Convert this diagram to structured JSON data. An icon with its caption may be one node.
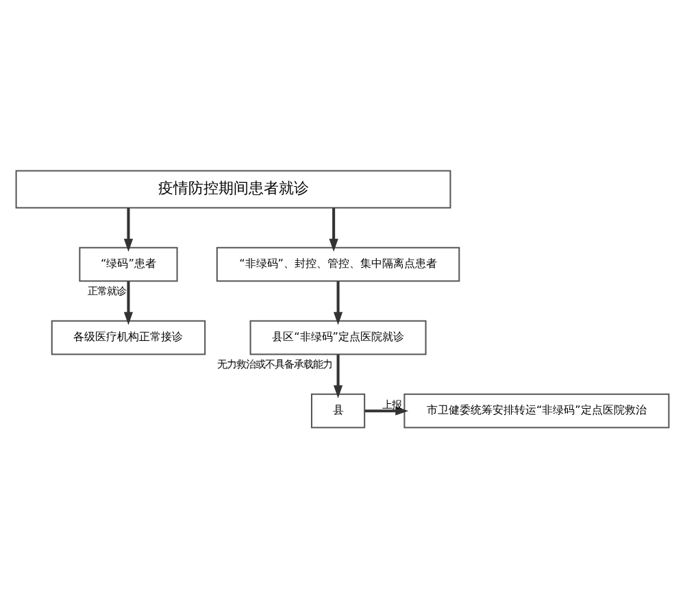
{
  "diagram": {
    "nodes": [
      {
        "text": [
          "疫情防控期间患者就诊"
        ]
      },
      {
        "text": [
          "“绿码”患者"
        ]
      },
      {
        "text": [
          "“非绿码”、封控、管控、集中隔离点患者"
        ]
      },
      {
        "text": [
          "各级医疗机构正常接诊"
        ]
      },
      {
        "text": [
          "县区“非绿码”定点医院就诊"
        ]
      },
      {
        "text": [
          "市卫健委统筹安排转运“非绿码”定点医院救治"
        ]
      },
      {
        "text": [
          "县"
        ]
      }
    ],
    "edges": [
      {
        "from": 0,
        "to": 1,
        "arrow": "to"
      },
      {
        "from": 0,
        "to": 2,
        "arrow": "to"
      },
      {
        "from": 1,
        "to": 3,
        "arrow": "to",
        "label": "正常就诊"
      },
      {
        "from": 2,
        "to": 4,
        "arrow": "to"
      },
      {
        "from": 4,
        "to": 6,
        "arrow": "to",
        "label": "无力救治或不具备承载能力"
      },
      {
        "from": 6,
        "to": 5,
        "arrow": "to",
        "label": "上报"
      }
    ]
  }
}
